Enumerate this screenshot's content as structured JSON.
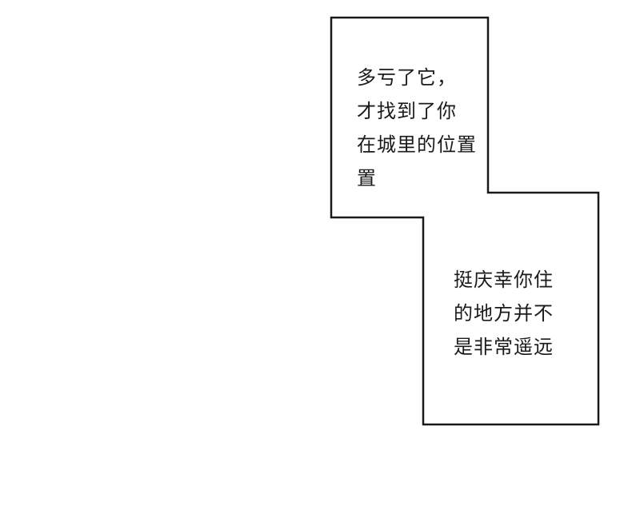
{
  "captions": [
    {
      "lines": [
        "多亏了它，",
        "才找到了你",
        "在城里的位置",
        "置"
      ]
    },
    {
      "lines": [
        "挺庆幸你住",
        "的地方并不",
        "是非常遥远"
      ]
    }
  ],
  "colors": {
    "border": "#1a1a1a",
    "background": "#ffffff",
    "text": "#1a1a1a"
  }
}
